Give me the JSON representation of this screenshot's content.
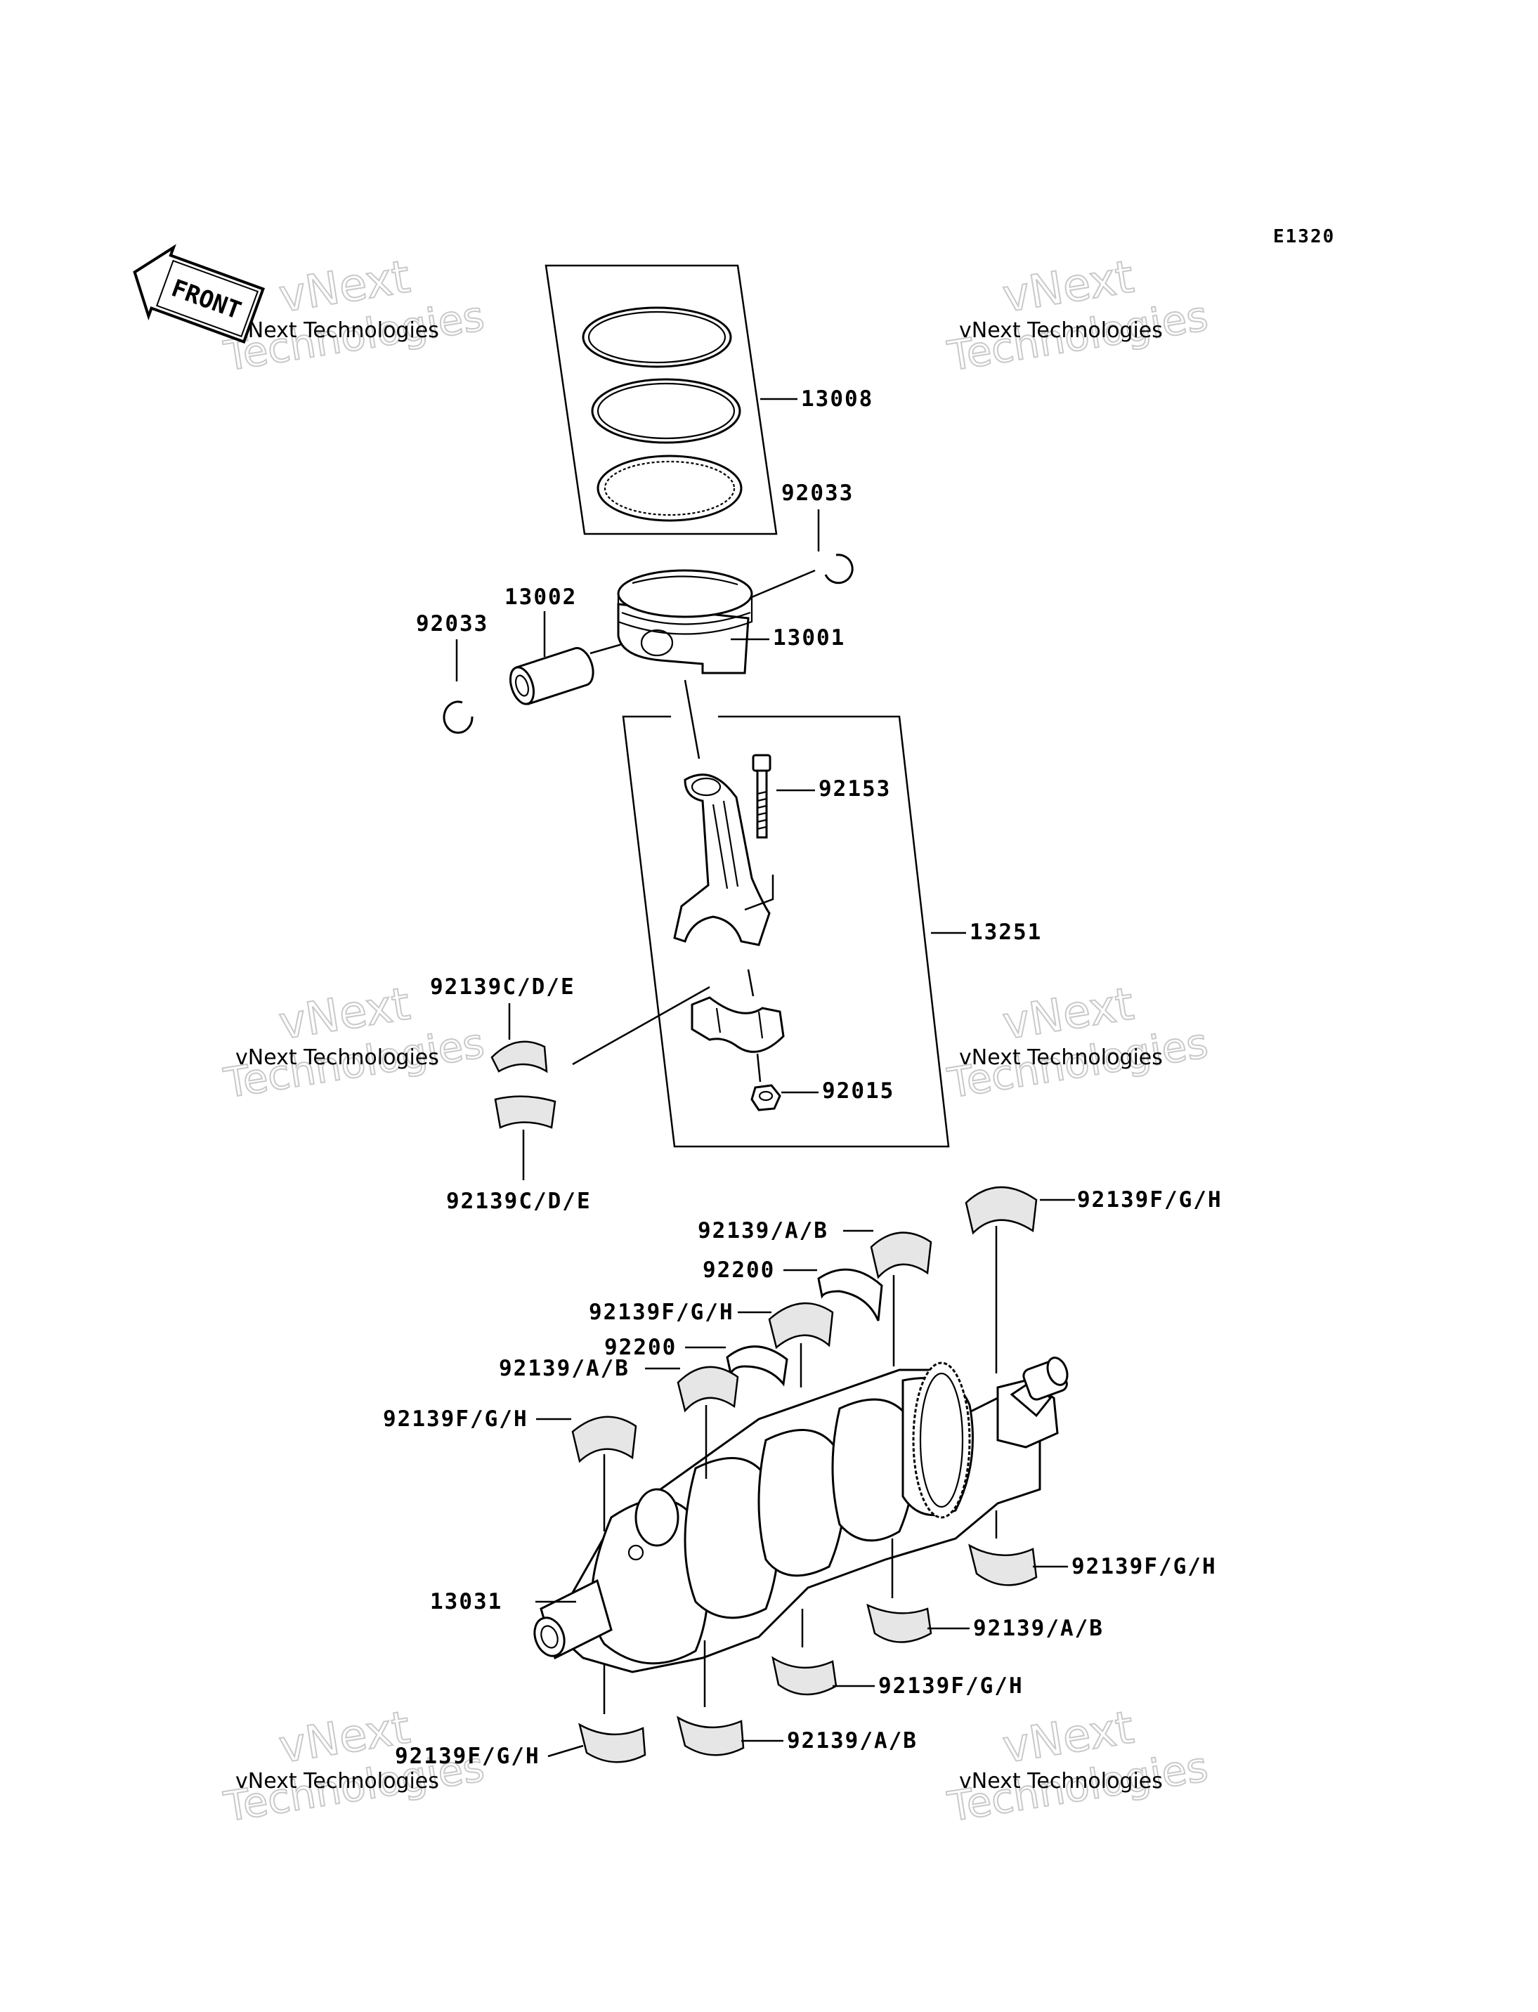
{
  "diagram_code": "E1320",
  "front_label": "FRONT",
  "watermark": {
    "line1": "vNext Technologies",
    "line2": "vNext",
    "line3": "Technologies"
  },
  "labels": {
    "rings": "13008",
    "clip_right": "92033",
    "pin": "13002",
    "clip_left": "92033",
    "piston": "13001",
    "rod_bolt": "92153",
    "conrod_assy": "13251",
    "rod_bearing_upper": "92139C/D/E",
    "rod_bearing_lower": "92139C/D/E",
    "rod_nut": "92015",
    "main_top_right": "92139F/G/H",
    "main_ab_1": "92139/A/B",
    "thrust_1": "92200",
    "main_fgh_2": "92139F/G/H",
    "thrust_2": "92200",
    "main_ab_2": "92139/A/B",
    "main_fgh_left": "92139F/G/H",
    "crankshaft": "13031",
    "main_low_right": "92139F/G/H",
    "main_low_ab": "92139/A/B",
    "main_low_fgh_mid": "92139F/G/H",
    "main_low_ab_bottom": "92139/A/B",
    "main_low_fgh_left": "92139F/G/H"
  }
}
